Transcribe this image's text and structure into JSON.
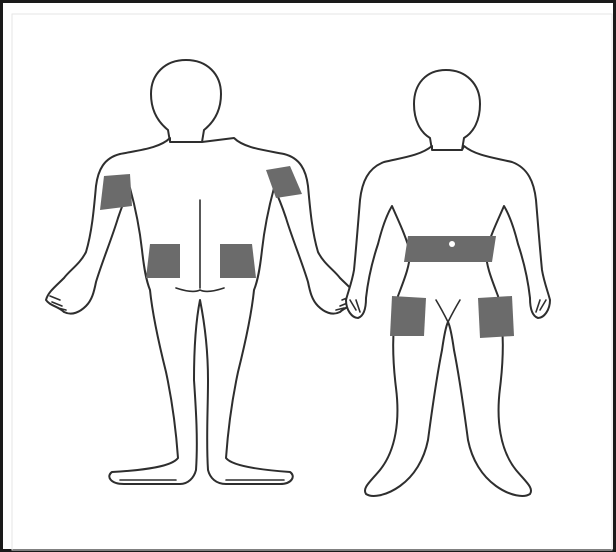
{
  "diagram": {
    "kind": "body-outline-injection-sites",
    "views": [
      "back",
      "front"
    ],
    "figure_count": 2,
    "zones": [
      {
        "view": "back",
        "site": "left-upper-arm"
      },
      {
        "view": "back",
        "site": "right-upper-arm"
      },
      {
        "view": "back",
        "site": "left-buttock"
      },
      {
        "view": "back",
        "site": "right-buttock"
      },
      {
        "view": "front",
        "site": "abdomen"
      },
      {
        "view": "front",
        "site": "left-thigh"
      },
      {
        "view": "front",
        "site": "right-thigh"
      }
    ]
  },
  "colors": {
    "background": "#ffffff",
    "frame_border": "#1a1a1a",
    "outline": "#2e2e2e",
    "zone_fill": "#6b6b6b"
  }
}
